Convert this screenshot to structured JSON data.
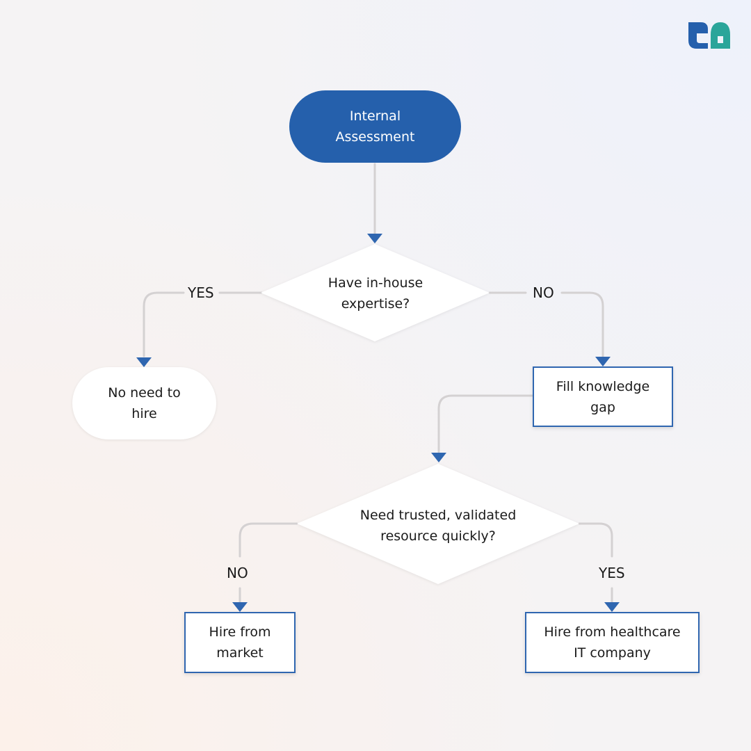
{
  "colors": {
    "primary_blue": "#2560ac",
    "box_border": "#2f66b0",
    "connector": "#d4d1d2",
    "arrowhead": "#2f66b0",
    "logo_teal": "#2aa59a"
  },
  "logo": {
    "icon": "company-logo-icon"
  },
  "nodes": {
    "start": "Internal\nAssessment",
    "decision_expertise": "Have in-house\nexpertise?",
    "no_hire": "No need to\nhire",
    "fill_gap": "Fill knowledge\ngap",
    "decision_trusted": "Need trusted, validated\nresource quickly?",
    "hire_market": "Hire from\nmarket",
    "hire_it": "Hire from healthcare\nIT company"
  },
  "branches": {
    "expertise_yes": "YES",
    "expertise_no": "NO",
    "trusted_no": "NO",
    "trusted_yes": "YES"
  }
}
